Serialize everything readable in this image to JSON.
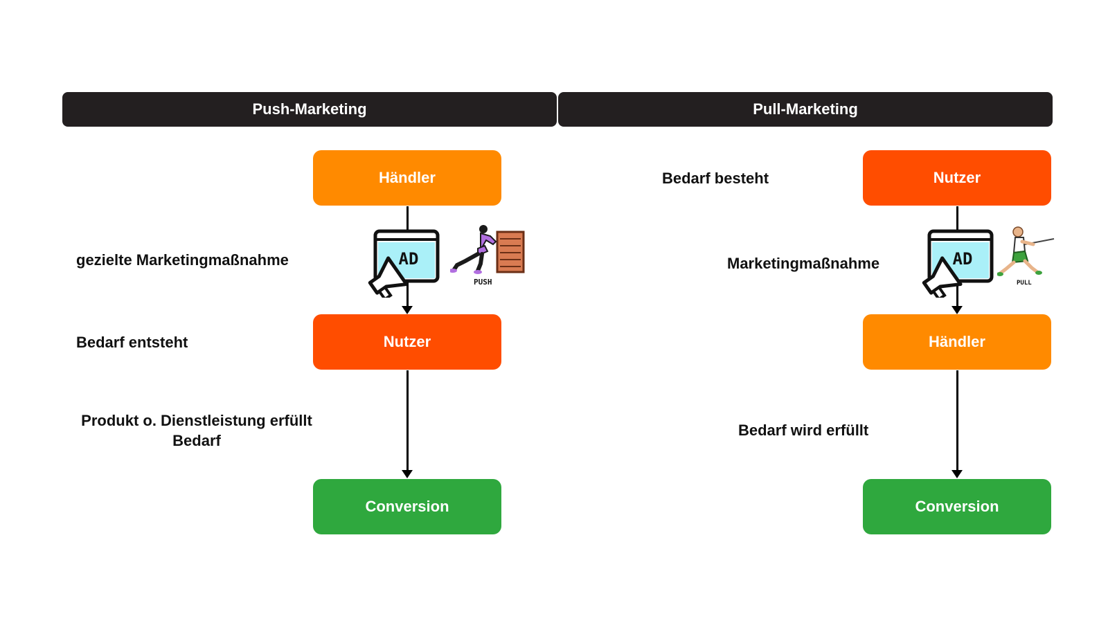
{
  "push": {
    "header": "Push-Marketing",
    "node_top": "Händler",
    "node_middle": "Nutzer",
    "node_bottom": "Conversion",
    "label_action": "gezielte Marketingmaßnahme",
    "label_need": "Bedarf entsteht",
    "label_fulfill_line1": "Produkt o. Dienstleistung erfüllt",
    "label_fulfill_line2": "Bedarf",
    "ad_text": "AD",
    "figure_caption": "PUSH"
  },
  "pull": {
    "header": "Pull-Marketing",
    "node_top": "Nutzer",
    "node_middle": "Händler",
    "node_bottom": "Conversion",
    "label_need": "Bedarf besteht",
    "label_action": "Marketingmaßnahme",
    "label_fulfill": "Bedarf wird erfüllt",
    "ad_text": "AD",
    "figure_caption": "PULL"
  },
  "colors": {
    "header_bg": "#231f20",
    "haendler": "#ff8a00",
    "nutzer": "#ff4d00",
    "conversion": "#2fa83e",
    "ad_screen": "#aaf0f8"
  }
}
